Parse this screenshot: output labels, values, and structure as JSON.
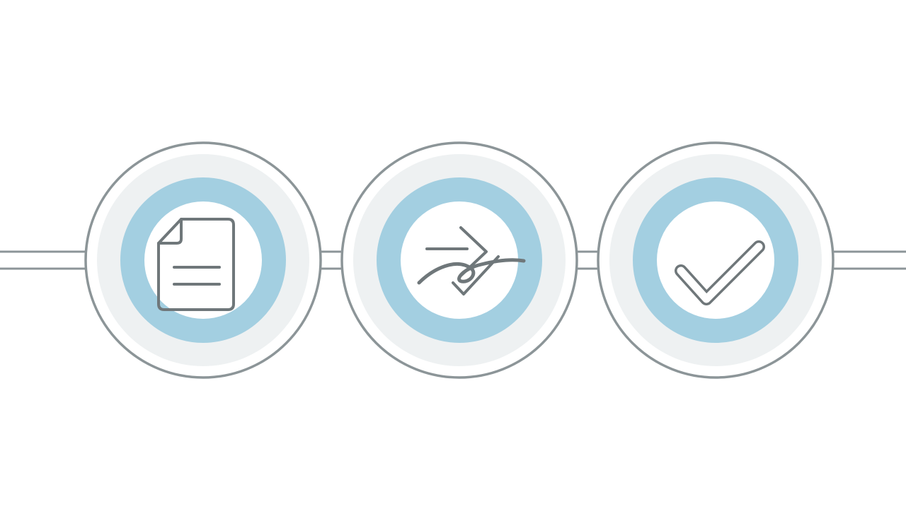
{
  "diagram": {
    "colors": {
      "background": "#ffffff",
      "outline": "#8c9598",
      "halo": "#eef1f2",
      "ring": "#a3cfe1",
      "icon": "#6f777a",
      "rail_fill": "#ffffff"
    },
    "steps": [
      {
        "name": "step-document",
        "icon": "document-icon"
      },
      {
        "name": "step-sign",
        "icon": "signature-icon"
      },
      {
        "name": "step-approve",
        "icon": "checkmark-icon"
      }
    ],
    "connectors": [
      {
        "name": "connector-arrow-1",
        "from": "step-document",
        "to": "step-sign"
      },
      {
        "name": "connector-arrow-2",
        "from": "step-sign",
        "to": "step-approve"
      }
    ]
  }
}
